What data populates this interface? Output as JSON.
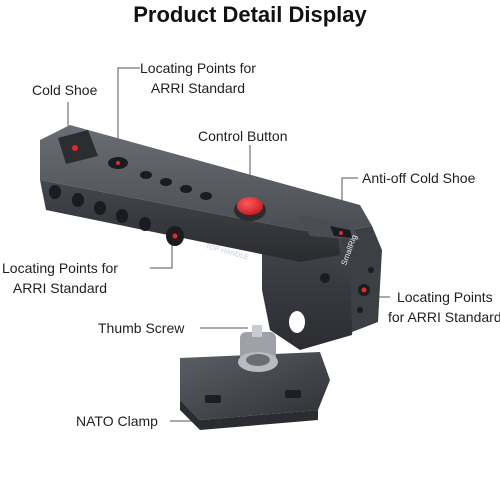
{
  "header": {
    "title": "Product Detail Display"
  },
  "callouts": {
    "cold_shoe": "Cold Shoe",
    "locating_top_line1": "Locating Points for",
    "locating_top_line2": "ARRI Standard",
    "control_button": "Control Button",
    "anti_off_cold_shoe": "Anti-off Cold Shoe",
    "locating_left_line1": "Locating Points for",
    "locating_left_line2": "ARRI Standard",
    "locating_right_line1": "Locating Points",
    "locating_right_line2": "for ARRI Standard",
    "thumb_screw": "Thumb Screw",
    "nato_clamp": "NATO Clamp"
  },
  "engraving": {
    "brand": "SmallRig",
    "handle_text": "TOP HANDLE"
  },
  "colors": {
    "accent_red": "#e0282d",
    "body_dark": "#3a3d42",
    "body_mid": "#5a5e64",
    "body_light": "#8c9096",
    "leader_line": "#555555"
  }
}
